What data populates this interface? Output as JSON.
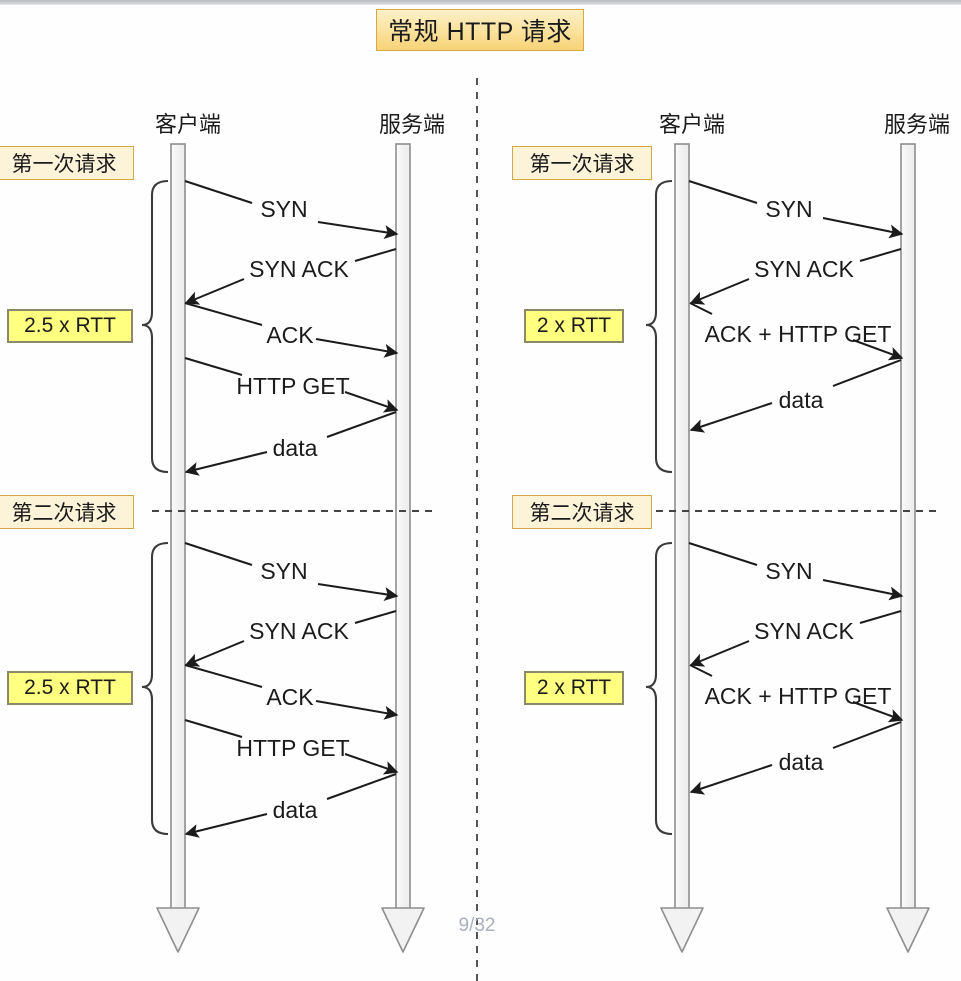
{
  "title": "常规 HTTP 请求",
  "page_number": "9/32",
  "labels": {
    "client": "客户端",
    "server": "服务端",
    "request_first": "第一次请求",
    "request_second": "第二次请求"
  },
  "colors": {
    "title_bg_top": "#fdf0c9",
    "title_bg_bottom": "#f6d377",
    "title_border": "#d9ab3f",
    "tag_request_bg": "#fdf3d8",
    "tag_request_border": "#d4a843",
    "tag_rtt_bg": "#ffff80",
    "tag_rtt_border": "#8a8a6a",
    "lifeline_fill": "#f2f2f2",
    "lifeline_border": "#8e8e8e",
    "arrow_stroke": "#1b1b1b",
    "divider": "#555555",
    "page_number": "#aab0bd"
  },
  "panels": [
    {
      "id": "left",
      "name": "regular-http",
      "client_label": "客户端",
      "server_label": "服务端",
      "blocks": [
        {
          "request_tag": "第一次请求",
          "rtt_tag": "2.5 x RTT",
          "messages": [
            {
              "label": "SYN",
              "direction": "to-server"
            },
            {
              "label": "SYN ACK",
              "direction": "to-client"
            },
            {
              "label": "ACK",
              "direction": "to-server"
            },
            {
              "label": "HTTP GET",
              "direction": "to-server"
            },
            {
              "label": "data",
              "direction": "to-client"
            }
          ]
        },
        {
          "request_tag": "第二次请求",
          "rtt_tag": "2.5 x RTT",
          "messages": [
            {
              "label": "SYN",
              "direction": "to-server"
            },
            {
              "label": "SYN ACK",
              "direction": "to-client"
            },
            {
              "label": "ACK",
              "direction": "to-server"
            },
            {
              "label": "HTTP GET",
              "direction": "to-server"
            },
            {
              "label": "data",
              "direction": "to-client"
            }
          ]
        }
      ]
    },
    {
      "id": "right",
      "name": "tcp-fast-open-http",
      "client_label": "客户端",
      "server_label": "服务端",
      "blocks": [
        {
          "request_tag": "第一次请求",
          "rtt_tag": "2 x RTT",
          "messages": [
            {
              "label": "SYN",
              "direction": "to-server"
            },
            {
              "label": "SYN ACK",
              "direction": "to-client"
            },
            {
              "label": "ACK + HTTP GET",
              "direction": "to-server"
            },
            {
              "label": "data",
              "direction": "to-client"
            }
          ]
        },
        {
          "request_tag": "第二次请求",
          "rtt_tag": "2 x RTT",
          "messages": [
            {
              "label": "SYN",
              "direction": "to-server"
            },
            {
              "label": "SYN ACK",
              "direction": "to-client"
            },
            {
              "label": "ACK + HTTP GET",
              "direction": "to-server"
            },
            {
              "label": "data",
              "direction": "to-client"
            }
          ]
        }
      ]
    }
  ]
}
